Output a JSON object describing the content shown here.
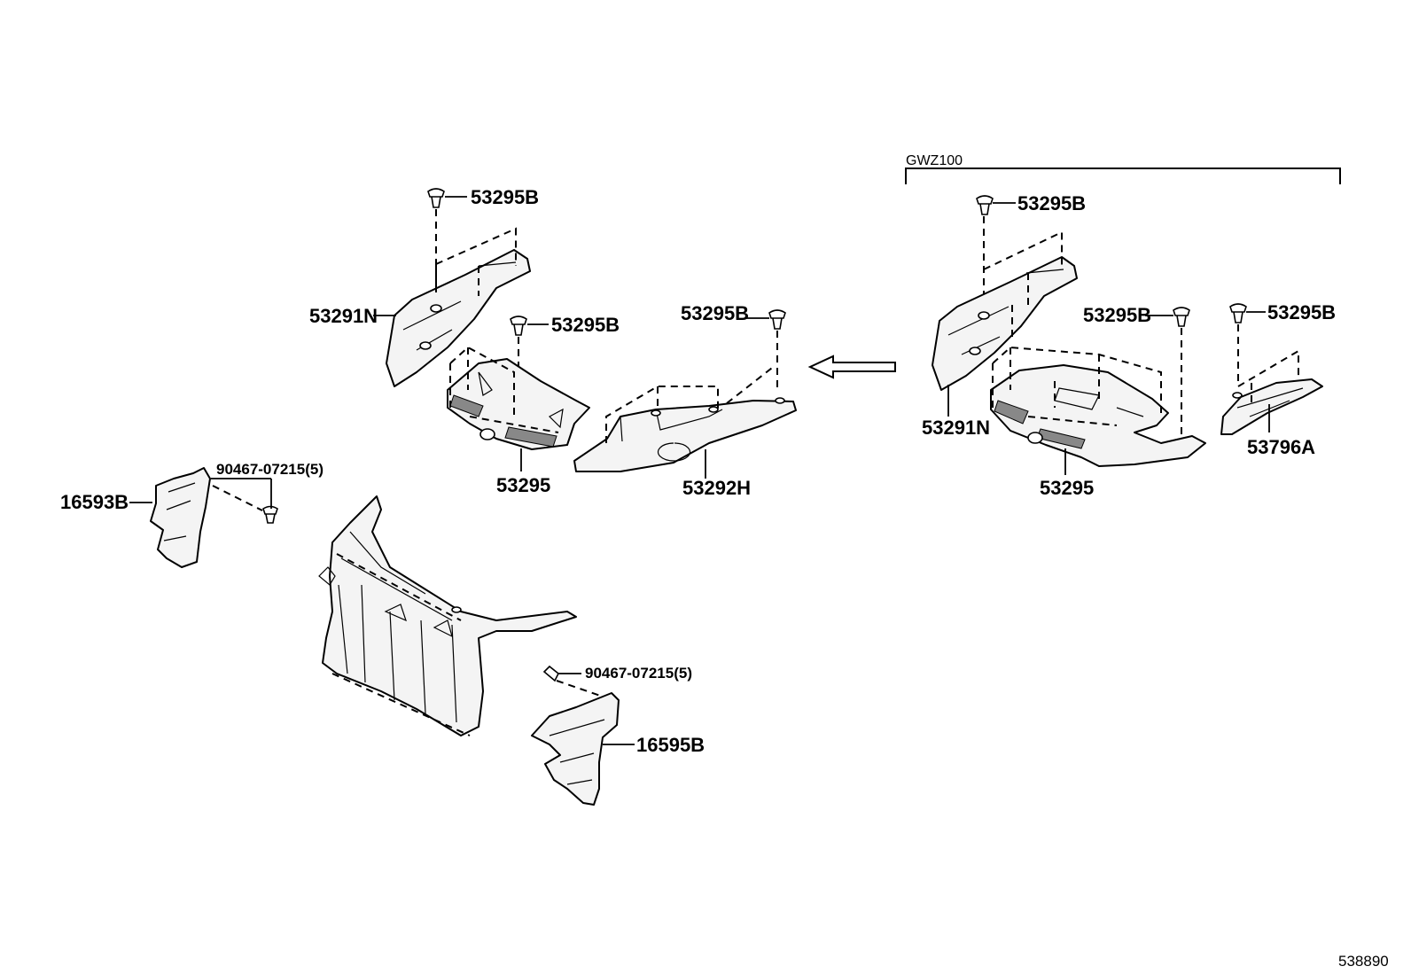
{
  "group_label": "GWZ100",
  "diagram_id": "538890",
  "labels": {
    "left_top_bolt": "53295B",
    "left_seal_upper": "53291N",
    "left_mid_bolt": "53295B",
    "left_right_bolt": "53295B",
    "left_center_cover": "53295",
    "left_lower_cover": "53292H",
    "bracket_left": "16593B",
    "bolt_left": "90467-07215(5)",
    "bolt_right": "90467-07215(5)",
    "bracket_right": "16595B",
    "right_top_bolt": "53295B",
    "right_seal_upper": "53291N",
    "right_mid_bolt": "53295B",
    "right_far_bolt": "53295B",
    "right_center_cover": "53295",
    "right_side_seal": "53796A"
  }
}
